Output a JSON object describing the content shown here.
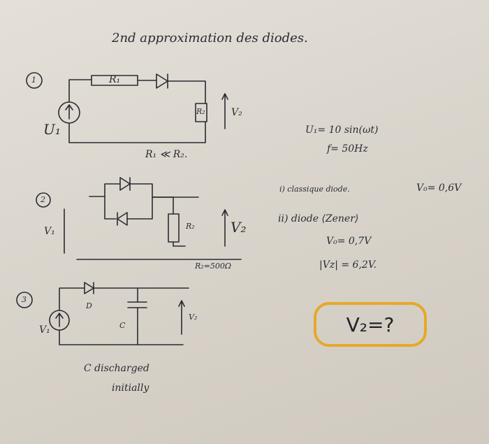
{
  "title": "2nd approximation des diodes.",
  "circuit1": {
    "number": "1",
    "source_label": "U₁",
    "resistor1": "R₁",
    "resistor2": "R₂",
    "output_label": "V₂",
    "note": "R₁ ≪ R₂."
  },
  "circuit2": {
    "number": "2",
    "source_label": "V₁",
    "resistor": "R₂",
    "output_label": "V₂",
    "note": "R₂=500Ω"
  },
  "circuit3": {
    "number": "3",
    "source_label": "V₁",
    "diode_label": "D",
    "capacitor_label": "C",
    "output_label": "V₂",
    "note_line1": "C discharged",
    "note_line2": "initially"
  },
  "givens": {
    "source": "U₁= 10 sin(ωt)",
    "frequency": "f= 50Hz",
    "case1": "i) classique diode.",
    "case1_value": "V₀= 0,6V",
    "case2": "ii) diode ⟨Zener⟩",
    "case2_v0": "V₀= 0,7V",
    "case2_vz": "|Vz| = 6,2V.",
    "question": "V₂=?"
  },
  "colors": {
    "ink": "#2a2a33",
    "highlight": "#e6a82a",
    "paper": "#dcd7ce"
  }
}
